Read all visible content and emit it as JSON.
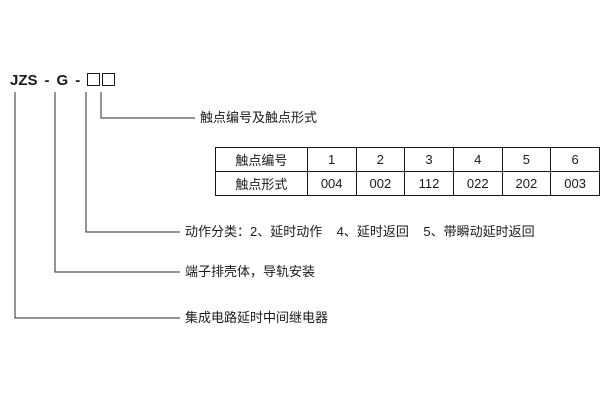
{
  "model": {
    "prefix": "JZS",
    "dash": "-",
    "series": "G"
  },
  "callouts": {
    "contact": "触点编号及触点形式",
    "action": "动作分类：2、延时动作    4、延时返回    5、带瞬动延时返回",
    "housing": "端子排壳体，导轨安装",
    "relay": "集成电路延时中间继电器"
  },
  "table": {
    "row1_header": "触点编号",
    "row1_cells": [
      "1",
      "2",
      "3",
      "4",
      "5",
      "6"
    ],
    "row2_header": "触点形式",
    "row2_cells": [
      "004",
      "002",
      "112",
      "022",
      "202",
      "003"
    ]
  }
}
